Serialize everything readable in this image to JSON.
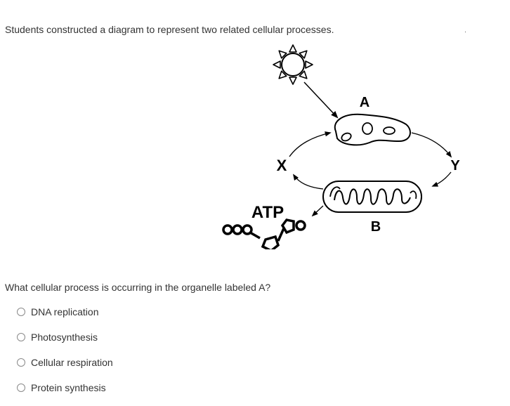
{
  "intro_text": "Students constructed a diagram to represent two related cellular processes.",
  "diagram": {
    "label_a": "A",
    "label_b": "B",
    "label_x": "X",
    "label_y": "Y",
    "label_atp": "ATP"
  },
  "question": {
    "prompt": "What cellular process is occurring in the organelle labeled A?",
    "options": [
      {
        "label": "DNA replication",
        "selected": false
      },
      {
        "label": "Photosynthesis",
        "selected": false
      },
      {
        "label": "Cellular respiration",
        "selected": false
      },
      {
        "label": "Protein synthesis",
        "selected": false
      }
    ]
  }
}
